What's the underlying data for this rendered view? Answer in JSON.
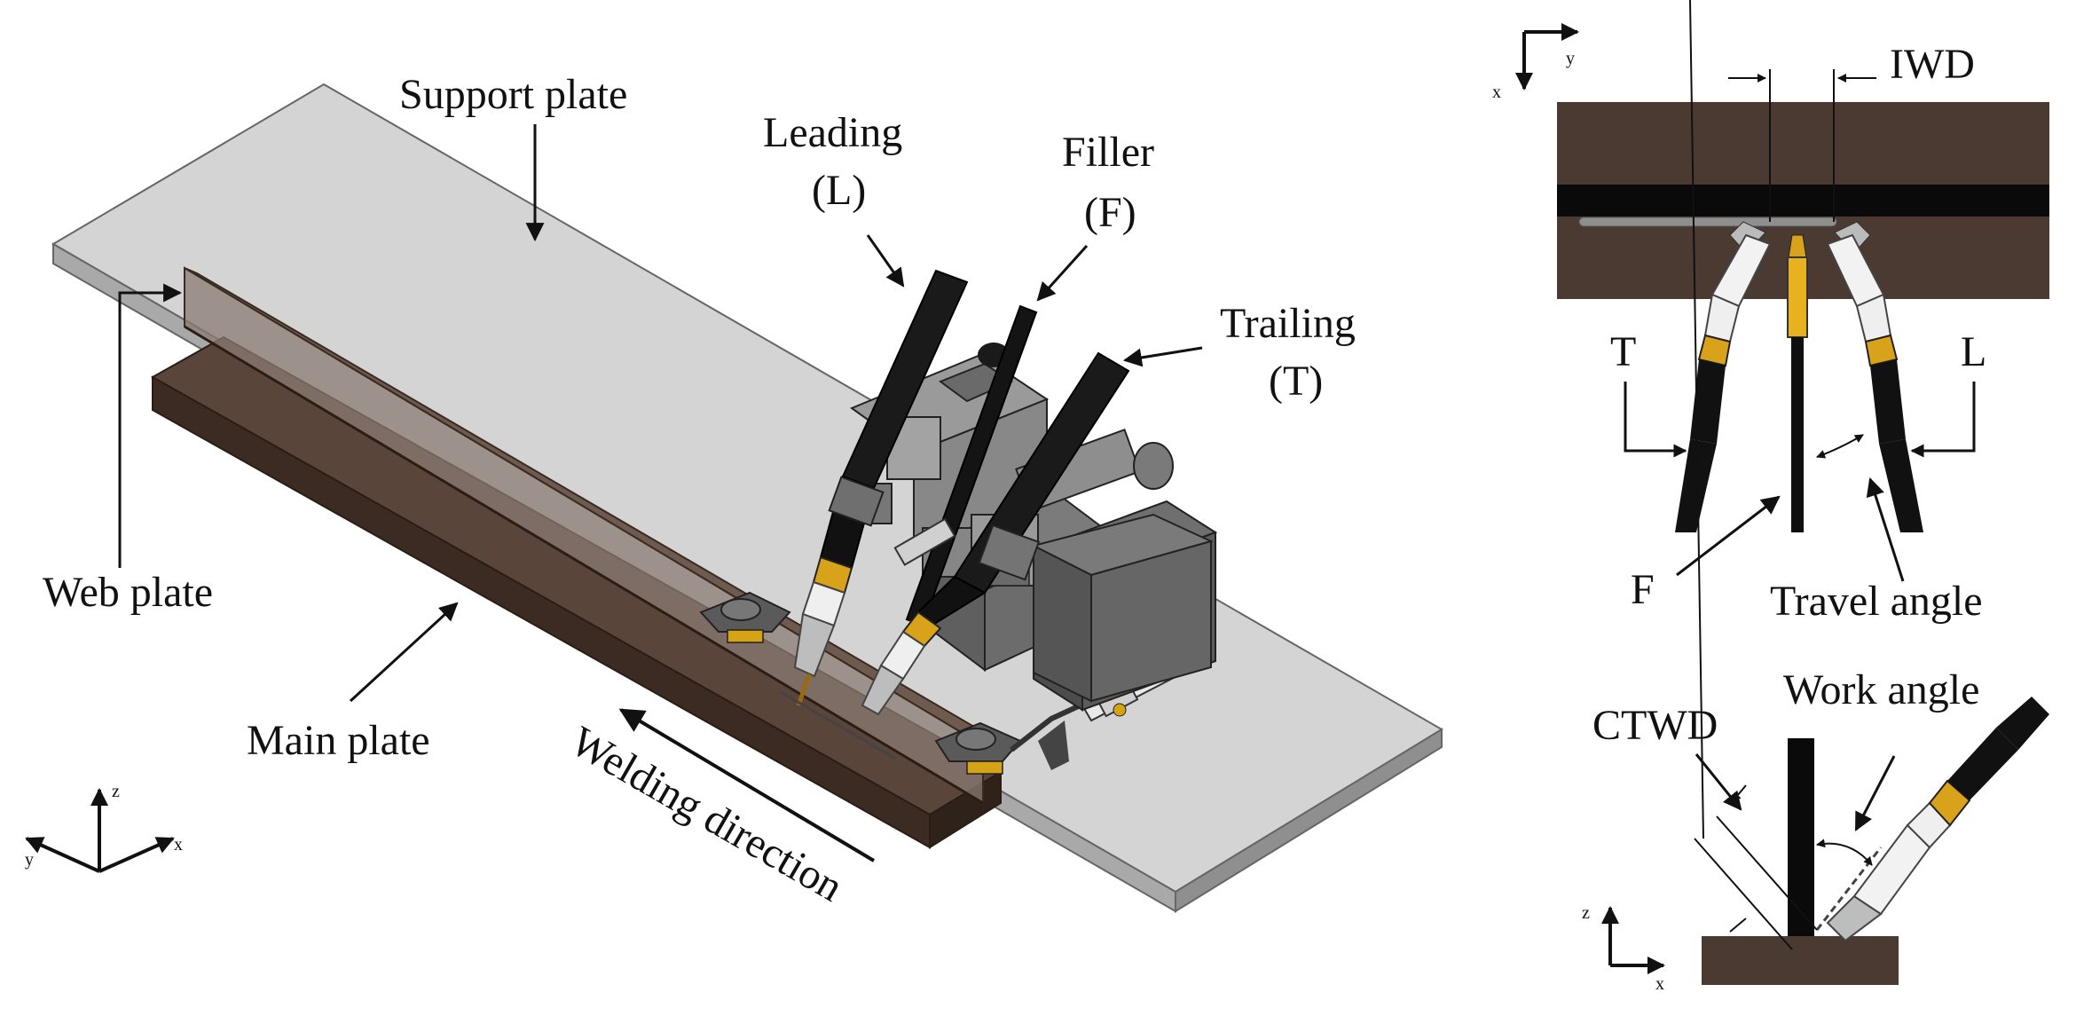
{
  "main": {
    "labels": {
      "support_plate": "Support plate",
      "leading": "Leading",
      "leading_abbr": "(L)",
      "filler": "Filler",
      "filler_abbr": "(F)",
      "trailing": "Trailing",
      "trailing_abbr": "(T)",
      "web_plate": "Web plate",
      "main_plate": "Main plate",
      "welding_direction": "Welding direction"
    },
    "axes": {
      "x": "x",
      "y": "y",
      "z": "z"
    }
  },
  "top_view": {
    "labels": {
      "iwd": "IWD",
      "t": "T",
      "l": "L",
      "f": "F",
      "travel_angle": "Travel angle"
    },
    "axes": {
      "x": "x",
      "y": "y"
    }
  },
  "side_view": {
    "labels": {
      "ctwd": "CTWD",
      "work_angle": "Work angle"
    },
    "axes": {
      "x": "x",
      "z": "z"
    }
  },
  "colors": {
    "support_plate": "#cfcfcf",
    "main_plate": "#4a372d",
    "web_plate": "#8d7d74",
    "torch_black": "#111111",
    "torch_gold": "#d9a21b",
    "fixture_gray": "#8a8a8a",
    "top_plate_dark": "#4b3a32"
  }
}
